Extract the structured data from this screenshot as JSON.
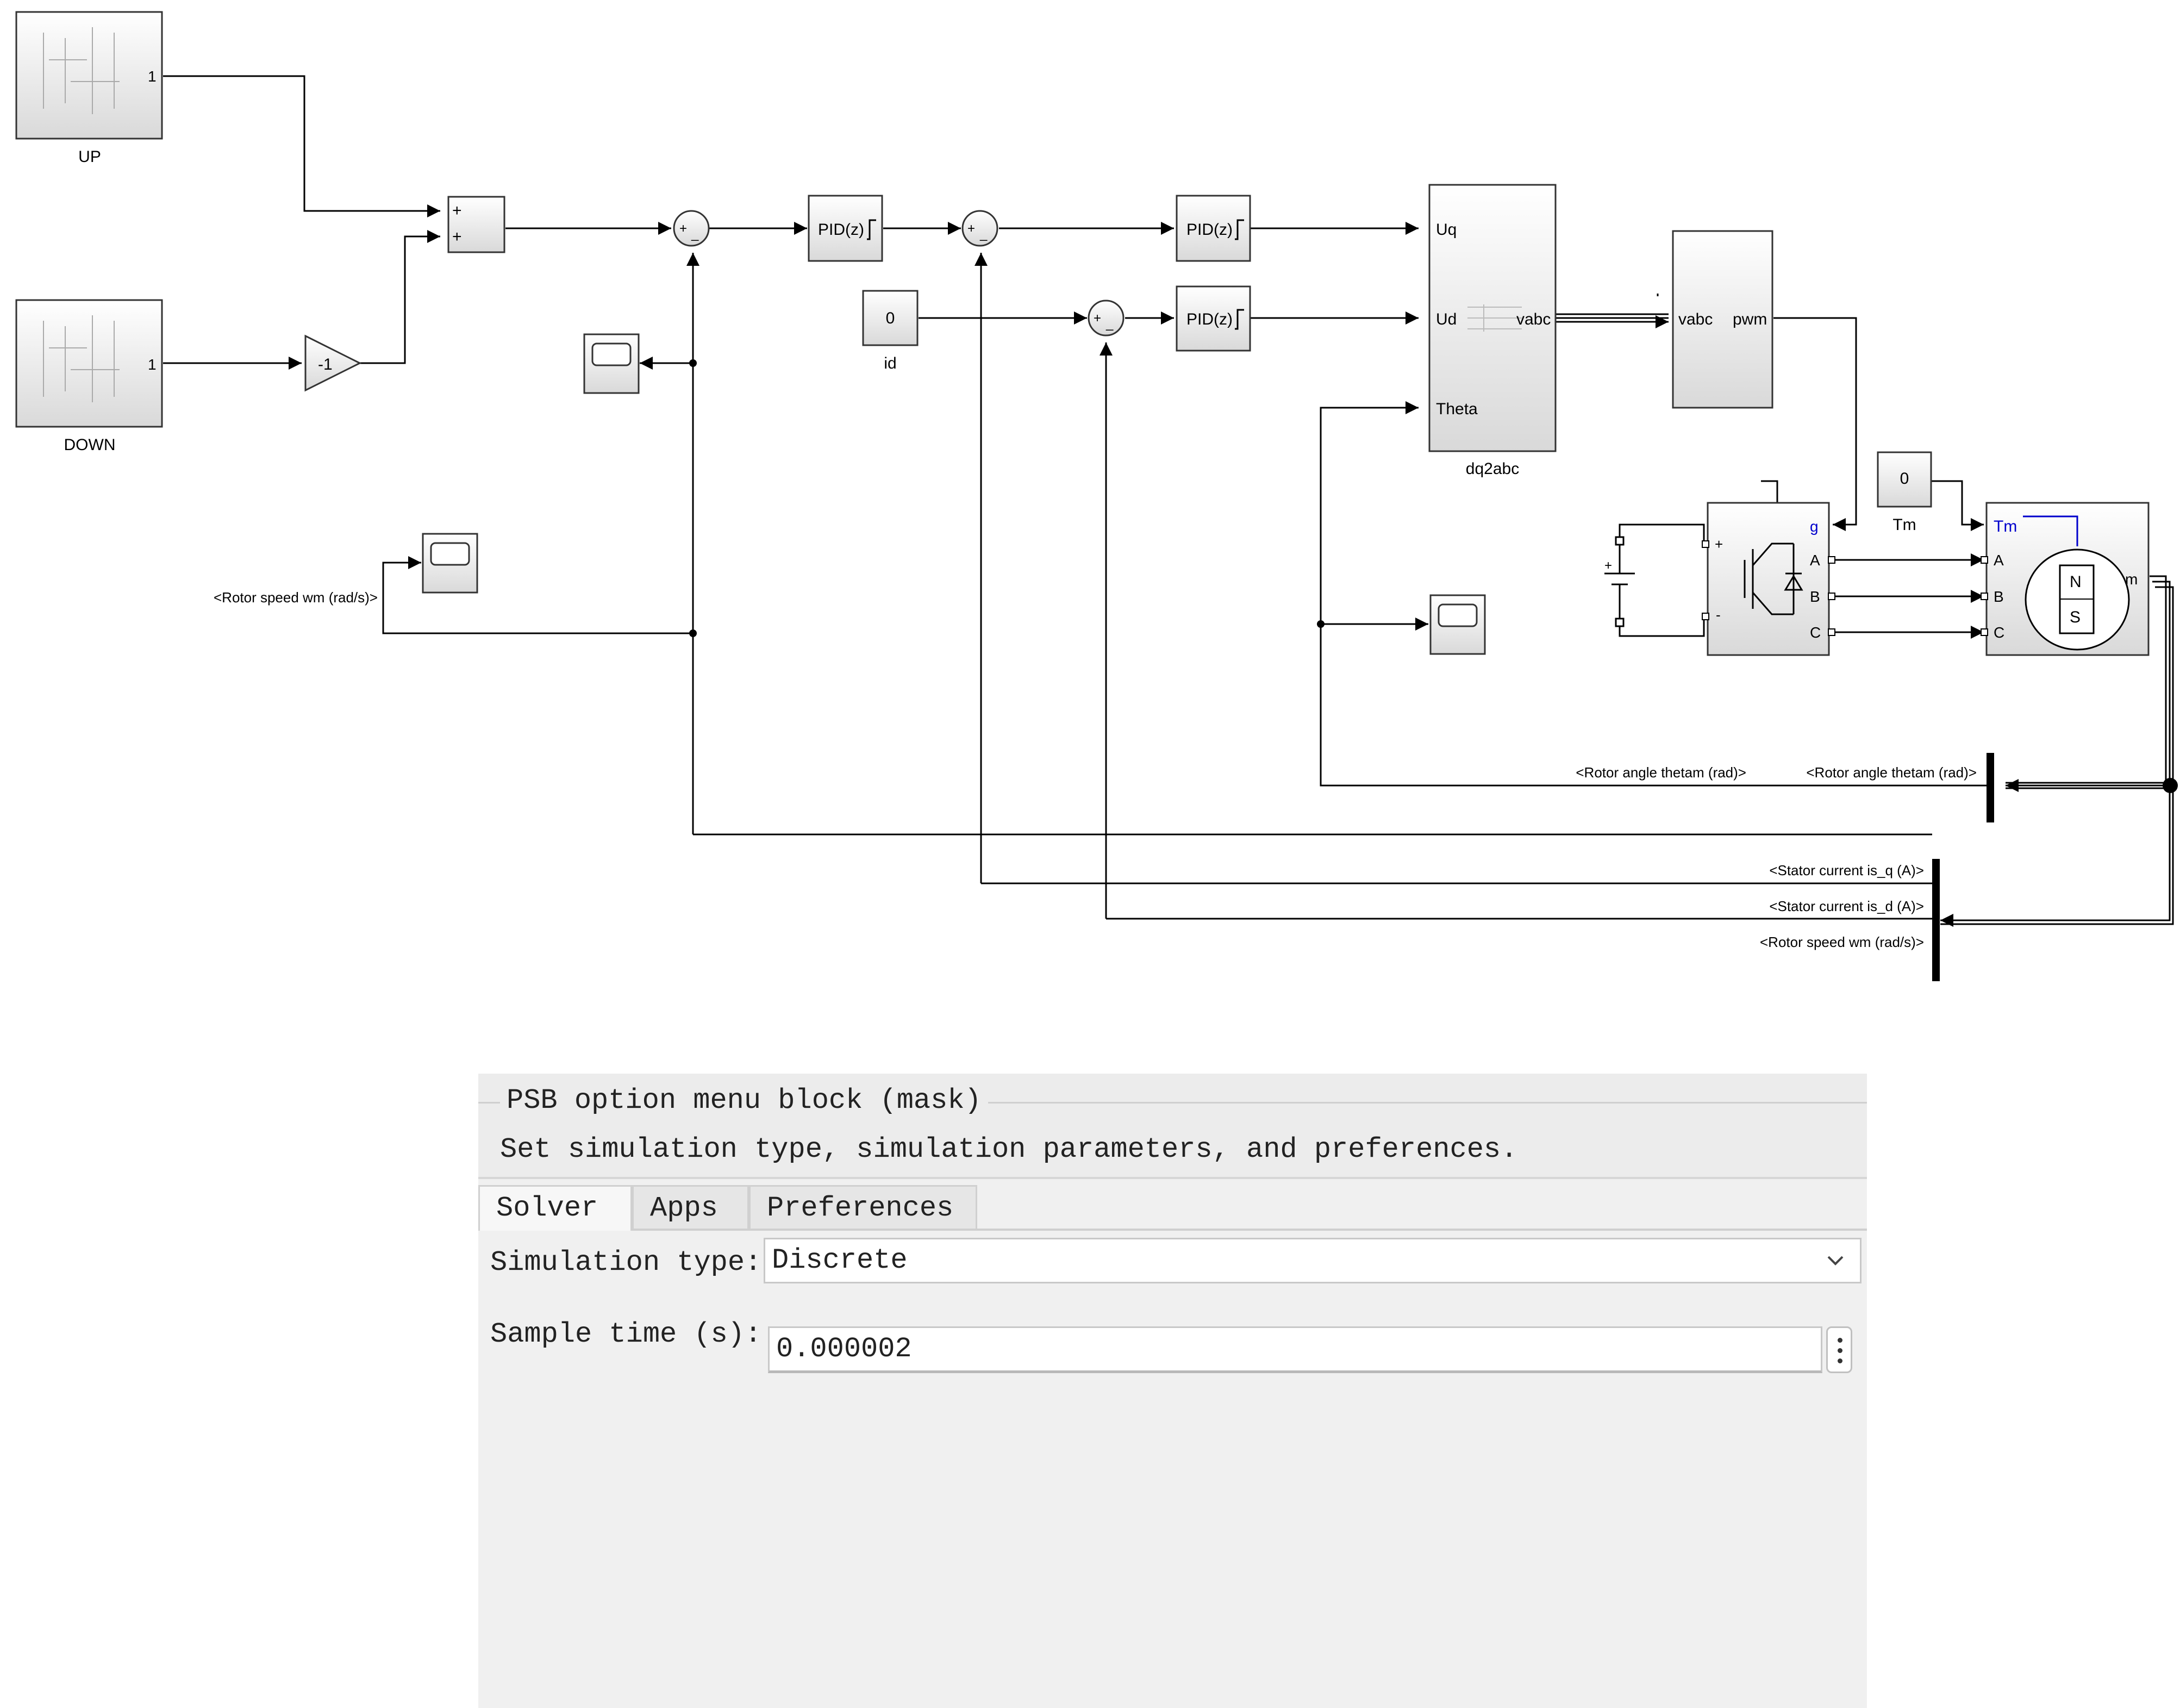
{
  "diagram": {
    "blocks": {
      "up": {
        "label": "UP",
        "port": "1"
      },
      "down": {
        "label": "DOWN",
        "port": "1"
      },
      "sum_top": {
        "in1": "+",
        "in2": "+"
      },
      "gain": {
        "value": "-1"
      },
      "sum_speed": {
        "sign": "+",
        "sign2": "_"
      },
      "pid1": {
        "label": "PID(z)"
      },
      "sum_iq": {
        "sign": "+",
        "sign2": "_"
      },
      "pid2": {
        "label": "PID(z)"
      },
      "id_const": {
        "value": "0",
        "label": "id"
      },
      "sum_id": {
        "sign": "+",
        "sign2": "_"
      },
      "pid3": {
        "label": "PID(z)"
      },
      "dq2abc": {
        "label": "dq2abc",
        "in_uq": "Uq",
        "in_ud": "Ud",
        "in_theta": "Theta",
        "out": "vabc"
      },
      "pwm": {
        "in": "vabc",
        "out": "pwm"
      },
      "tm_const": {
        "value": "0",
        "label": "Tm"
      },
      "inverter": {
        "plus": "+",
        "minus": "-",
        "g": "g",
        "a": "A",
        "b": "B",
        "c": "C"
      },
      "motor": {
        "tm": "Tm",
        "a": "A",
        "b": "B",
        "c": "C",
        "m": "m",
        "north": "N",
        "south": "S"
      }
    },
    "signals": {
      "rotor_speed_scope": "<Rotor speed wm (rad/s)>",
      "rotor_angle_1": "<Rotor angle thetam (rad)>",
      "rotor_angle_2": "<Rotor angle thetam (rad)>",
      "stator_iq": "<Stator current is_q (A)>",
      "stator_id": "<Stator current is_d (A)>",
      "rotor_speed_bus": "<Rotor speed wm (rad/s)>"
    }
  },
  "dialog": {
    "group_title": "PSB option menu block (mask)",
    "description": "Set simulation type, simulation parameters, and preferences.",
    "tabs": [
      {
        "label": "Solver",
        "active": true
      },
      {
        "label": "Apps",
        "active": false
      },
      {
        "label": "Preferences",
        "active": false
      }
    ],
    "simulation_type": {
      "label": "Simulation type:",
      "value": "Discrete"
    },
    "sample_time": {
      "label": "Sample time (s):",
      "value": "0.000002"
    }
  },
  "colors": {
    "line": "#000000",
    "block_border": "#333333",
    "port_blue": "#0000cc"
  }
}
